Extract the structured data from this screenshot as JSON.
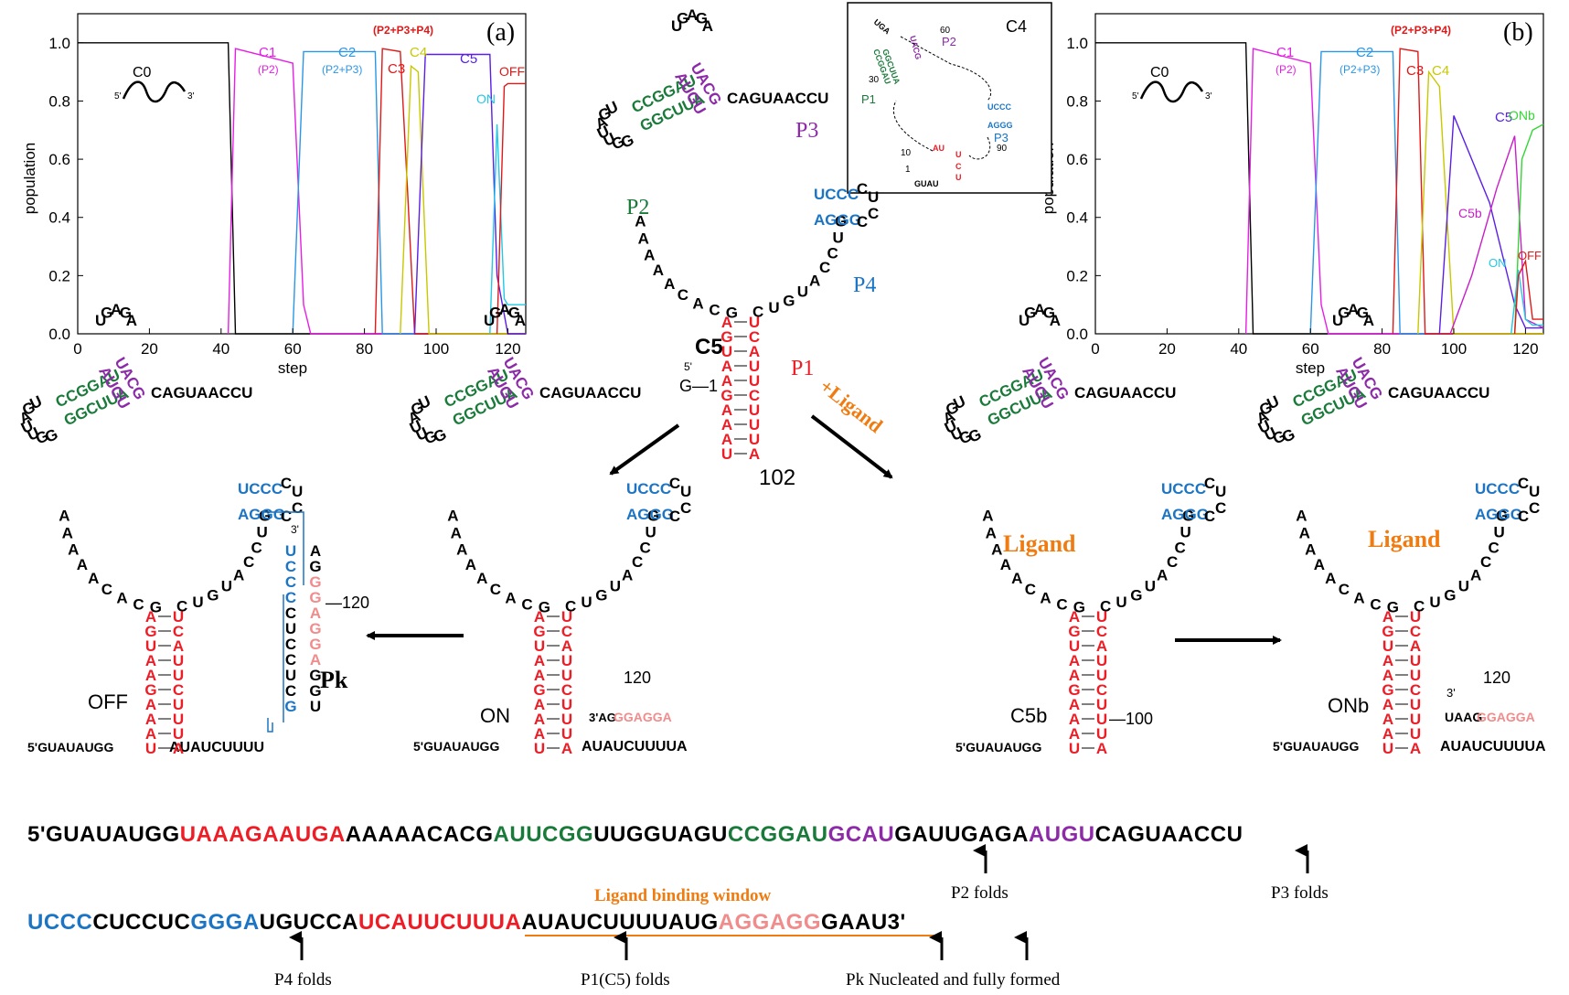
{
  "colors": {
    "p1": "#ee1c25",
    "p2": "#1a7a3a",
    "p3": "#8c2aa8",
    "p4": "#1b75c4",
    "pk": "#f08c8c",
    "ligand": "#f07b10",
    "black": "#000000"
  },
  "plot_a": {
    "panel_label": "(a)",
    "xlabel": "step",
    "ylabel": "population",
    "xticks": [
      "0",
      "20",
      "40",
      "60",
      "80",
      "100",
      "120"
    ],
    "yticks": [
      "0.0",
      "0.2",
      "0.4",
      "0.6",
      "0.8",
      "1.0"
    ],
    "labels": {
      "c0": "C0",
      "c1": "C1",
      "c1s": "(P2)",
      "c2": "C2",
      "c2s": "(P2+P3)",
      "top": "(P2+P3+P4)",
      "c3": "C3",
      "c4": "C4",
      "c5": "C5",
      "off": "OFF",
      "on": "ON"
    }
  },
  "plot_b": {
    "panel_label": "(b)",
    "xlabel": "step",
    "ylabel": "population",
    "xticks": [
      "0",
      "20",
      "40",
      "60",
      "80",
      "100",
      "120"
    ],
    "yticks": [
      "0.0",
      "0.2",
      "0.4",
      "0.6",
      "0.8",
      "1.0"
    ],
    "labels": {
      "c0": "C0",
      "c1": "C1",
      "c1s": "(P2)",
      "c2": "C2",
      "c2s": "(P2+P3)",
      "top": "(P2+P3+P4)",
      "c3": "C3",
      "c4": "C4",
      "c5": "C5",
      "c5b": "C5b",
      "onb": "ONb",
      "on": "ON",
      "off": "OFF"
    }
  },
  "chart_data": [
    {
      "type": "line",
      "panel": "(a)",
      "xlabel": "step",
      "ylabel": "population",
      "xlim": [
        0,
        125
      ],
      "ylim": [
        0,
        1.1
      ],
      "series": [
        {
          "name": "C0",
          "x": [
            0,
            42,
            44,
            125
          ],
          "y": [
            1,
            1,
            0,
            0
          ]
        },
        {
          "name": "C1",
          "x": [
            42,
            44,
            60,
            63,
            65,
            125
          ],
          "y": [
            0,
            0.98,
            0.93,
            0.1,
            0,
            0
          ]
        },
        {
          "name": "C2",
          "x": [
            60,
            63,
            83,
            85,
            125
          ],
          "y": [
            0,
            0.97,
            0.97,
            0,
            0
          ]
        },
        {
          "name": "C3",
          "x": [
            83,
            85,
            90,
            92,
            94,
            125
          ],
          "y": [
            0,
            0.98,
            0.97,
            0.5,
            0,
            0
          ]
        },
        {
          "name": "C4",
          "x": [
            90,
            93,
            95,
            98,
            125
          ],
          "y": [
            0,
            0.92,
            0.9,
            0,
            0
          ]
        },
        {
          "name": "C5",
          "x": [
            94,
            97,
            115,
            117,
            120,
            125
          ],
          "y": [
            0,
            0.96,
            0.96,
            0.2,
            0,
            0
          ]
        },
        {
          "name": "ON",
          "x": [
            115,
            117,
            119,
            120,
            125
          ],
          "y": [
            0,
            0.72,
            0.12,
            0.1,
            0.1
          ]
        },
        {
          "name": "OFF",
          "x": [
            117,
            119,
            120,
            125
          ],
          "y": [
            0,
            0.85,
            0.86,
            0.86
          ]
        }
      ]
    },
    {
      "type": "line",
      "panel": "(b)",
      "xlabel": "step",
      "ylabel": "population",
      "xlim": [
        0,
        125
      ],
      "ylim": [
        0,
        1.1
      ],
      "series": [
        {
          "name": "C0",
          "x": [
            0,
            42,
            44,
            125
          ],
          "y": [
            1,
            1,
            0,
            0
          ]
        },
        {
          "name": "C1",
          "x": [
            42,
            44,
            60,
            63,
            65,
            125
          ],
          "y": [
            0,
            0.98,
            0.93,
            0.1,
            0,
            0
          ]
        },
        {
          "name": "C2",
          "x": [
            60,
            63,
            83,
            85,
            125
          ],
          "y": [
            0,
            0.97,
            0.97,
            0,
            0
          ]
        },
        {
          "name": "C3",
          "x": [
            83,
            85,
            90,
            92,
            125
          ],
          "y": [
            0,
            0.98,
            0.97,
            0,
            0
          ]
        },
        {
          "name": "C4",
          "x": [
            90,
            93,
            96,
            100,
            125
          ],
          "y": [
            0,
            0.9,
            0.85,
            0,
            0
          ]
        },
        {
          "name": "C5",
          "x": [
            96,
            100,
            110,
            117,
            120,
            125
          ],
          "y": [
            0,
            0.75,
            0.45,
            0.1,
            0.02,
            0.02
          ]
        },
        {
          "name": "C5b",
          "x": [
            99,
            105,
            112,
            117,
            120,
            125
          ],
          "y": [
            0,
            0.2,
            0.5,
            0.68,
            0.05,
            0.02
          ]
        },
        {
          "name": "ONb",
          "x": [
            117,
            119,
            122,
            125
          ],
          "y": [
            0,
            0.6,
            0.7,
            0.72
          ]
        },
        {
          "name": "ON",
          "x": [
            116,
            118,
            120,
            122,
            125
          ],
          "y": [
            0,
            0.22,
            0.05,
            0.03,
            0.03
          ]
        },
        {
          "name": "OFF",
          "x": [
            117,
            118,
            120,
            122,
            125
          ],
          "y": [
            0,
            0.2,
            0.25,
            0.05,
            0.05
          ]
        }
      ]
    }
  ],
  "center": {
    "name": "C5",
    "p1_label": "P1",
    "p2_label": "P2",
    "p3_label": "P3",
    "p4_label": "P4",
    "end_5": "5'",
    "g_minus1": "G—1",
    "num_102": "102",
    "ligand_arrow": "+Ligand"
  },
  "inset": {
    "name": "C4",
    "p1": "P1",
    "p2": "P2",
    "p3": "P3",
    "n30": "30",
    "n60": "60",
    "n90": "90",
    "n10": "10",
    "n1": "1"
  },
  "structures": {
    "off": {
      "name": "OFF",
      "pk": "Pk",
      "n120": "—120",
      "tail": "5'GUAUAUGG",
      "tail2": "AUAUCUUUU",
      "three": "3'"
    },
    "on": {
      "name": "ON",
      "n120": "120",
      "tail": "5'GUAUAUGG",
      "tail2": "AUAUCUUUUA",
      "end3": "3'AG",
      "pkseq": "GGAGGA"
    },
    "c5b": {
      "name": "C5b",
      "ligand": "Ligand",
      "n100": "—100",
      "tail": "5'GUAUAUGG"
    },
    "onb": {
      "name": "ONb",
      "ligand": "Ligand",
      "n120": "120",
      "tail": "5'GUAUAUGG",
      "tail2": "AUAUCUUUUA",
      "end3": "3'",
      "uaag": "UAAG",
      "pkseq": "GGAGGA"
    }
  },
  "sequence": {
    "line1": [
      {
        "t": "5'GUAUAUGG",
        "c": "black"
      },
      {
        "t": "UAAAGAAUGA",
        "c": "p1"
      },
      {
        "t": "AAAAACACG",
        "c": "black"
      },
      {
        "t": "AUUCGG",
        "c": "p2"
      },
      {
        "t": "UUGGUAGU",
        "c": "black"
      },
      {
        "t": "CCGGAU",
        "c": "p2"
      },
      {
        "t": "GCAU",
        "c": "p3"
      },
      {
        "t": "GAUUGAGA",
        "c": "black"
      },
      {
        "t": "AUGU",
        "c": "p3"
      },
      {
        "t": "CAGUAACCU",
        "c": "black"
      }
    ],
    "line2": [
      {
        "t": "UCCC",
        "c": "p4"
      },
      {
        "t": "CUCCUC",
        "c": "black"
      },
      {
        "t": "GGGA",
        "c": "p4"
      },
      {
        "t": "UGUCCA",
        "c": "black"
      },
      {
        "t": "UCAUUCUUUA",
        "c": "p1"
      },
      {
        "t": "AUAUCUUUUAUG",
        "c": "black"
      },
      {
        "t": "AGGAGG",
        "c": "pk"
      },
      {
        "t": "GAAU3'",
        "c": "black"
      }
    ],
    "window_label": "Ligand binding window",
    "annotations": {
      "p2": "P2 folds",
      "p3": "P3 folds",
      "p4": "P4 folds",
      "p1": "P1(C5) folds",
      "pk": "Pk Nucleated and fully formed"
    }
  }
}
